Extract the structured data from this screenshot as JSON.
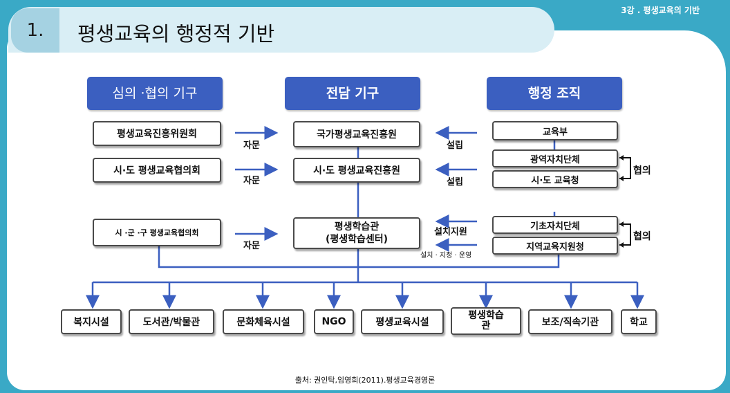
{
  "header": {
    "lecture_tag": "3강 . 평생교육의 기반",
    "number": "1.",
    "title": "평생교육의 행정적 기반"
  },
  "columns": {
    "left": "심의 ·협의 기구",
    "center": "전담 기구",
    "right": "행정 조직"
  },
  "left_boxes": [
    "평생교육진흥위원회",
    "시·도 평생교육협의회",
    "시 ·군 ·구 평생교육협의회"
  ],
  "center_boxes": [
    "국가평생교육진흥원",
    "시·도 평생교육진흥원",
    "평생학습관",
    "(평생학습센터)"
  ],
  "right_boxes": [
    "교육부",
    "광역자치단체",
    "시·도 교육청",
    "기초자치단체",
    "지역교육지원청"
  ],
  "labels": {
    "advise": "자문",
    "establish": "설립",
    "establish_support": "설치지원",
    "install_designate_operate": "설치 · 지정 · 운영",
    "cooperate": "협의"
  },
  "bottom_boxes": [
    "복지시설",
    "도서관/박물관",
    "문화체육시설",
    "NGO",
    "평생교육시설",
    "평생학습",
    "관",
    "보조/직속기관",
    "학교"
  ],
  "source": "출처: 권인탁,임영희(2011).평생교육경영론",
  "colors": {
    "frame": "#3aa9c6",
    "header_fill": "#3b5fc0",
    "arrow": "#3b5fc0"
  }
}
